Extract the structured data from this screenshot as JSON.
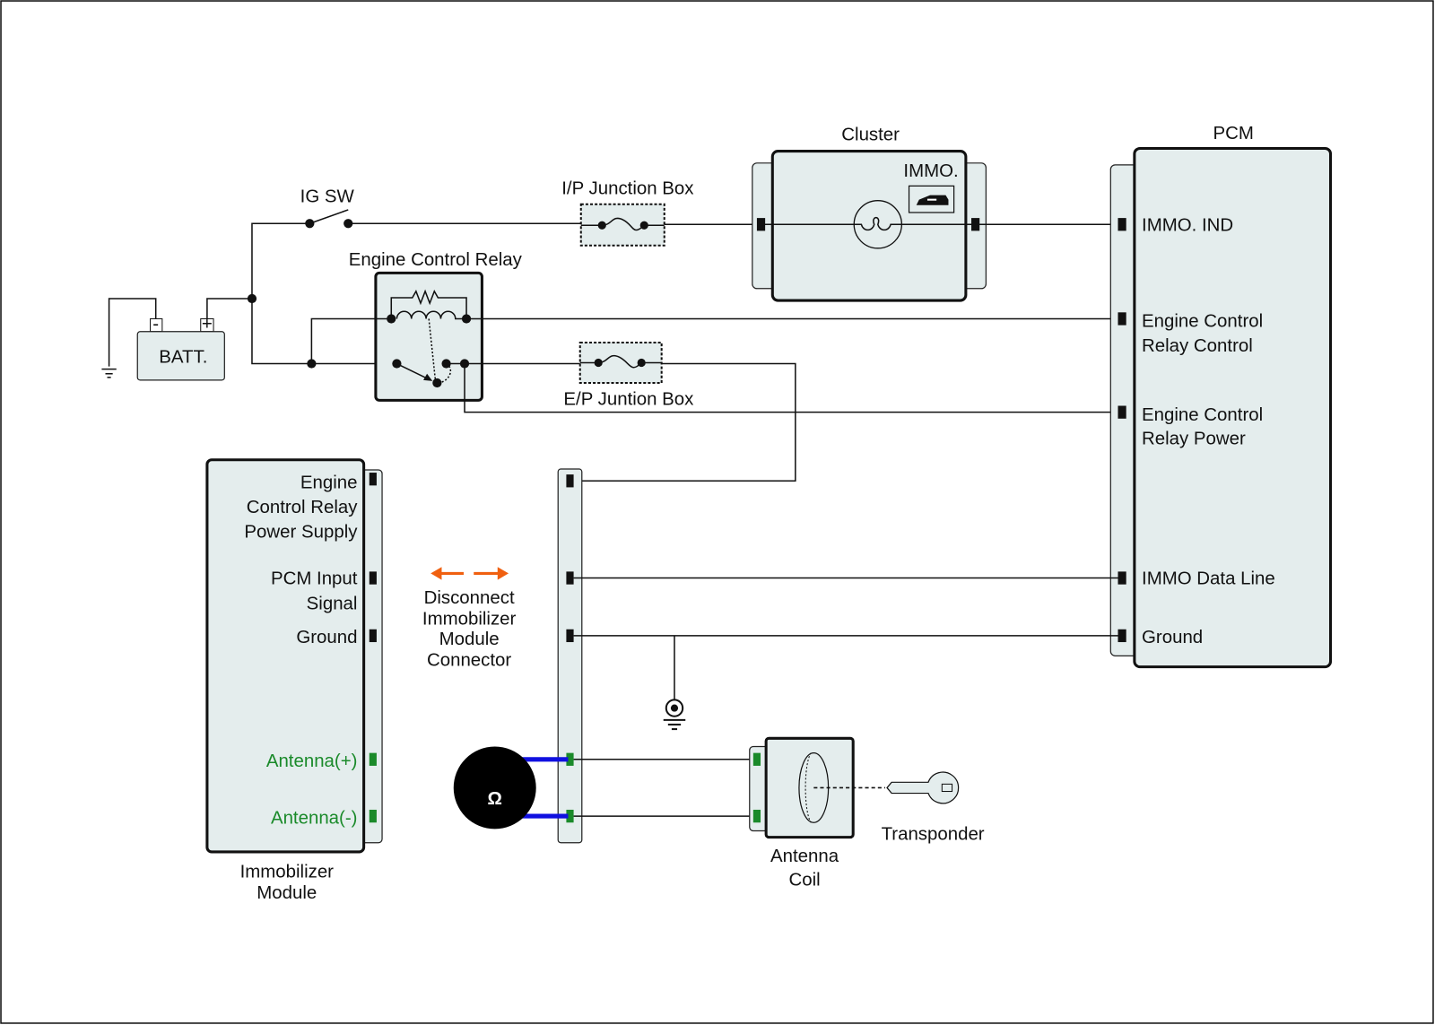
{
  "labels": {
    "ig_sw": "IG SW",
    "batt": "BATT.",
    "batt_minus": "-",
    "batt_plus": "+",
    "engine_control_relay": "Engine Control Relay",
    "ip_junction_box": "I/P Junction Box",
    "ep_junction_box": "E/P Juntion Box",
    "cluster": "Cluster",
    "immo": "IMMO.",
    "pcm": "PCM",
    "transponder": "Transponder",
    "antenna_coil": [
      "Antenna",
      "Coil"
    ],
    "immobilizer_module": [
      "Immobilizer",
      "Module"
    ],
    "disconnect_note": [
      "Disconnect",
      "Immobilizer",
      "Module",
      "Connector"
    ],
    "ohm_symbol": "Ω"
  },
  "pcm_pins": [
    [
      "IMMO. IND"
    ],
    [
      "Engine Control",
      "Relay Control"
    ],
    [
      "Engine Control",
      "Relay Power"
    ],
    [
      "IMMO Data Line"
    ],
    [
      "Ground"
    ]
  ],
  "module_pins": [
    [
      "Engine",
      "Control Relay",
      "Power Supply"
    ],
    [
      "PCM Input",
      "Signal"
    ],
    [
      "Ground"
    ],
    [
      "Antenna(+)"
    ],
    [
      "Antenna(-)"
    ]
  ],
  "colors": {
    "component_fill": "#e4eded",
    "antenna_pins": "#1a8a2a",
    "meter_leads": "#1010e0",
    "disconnect_arrows": "#f06010"
  }
}
